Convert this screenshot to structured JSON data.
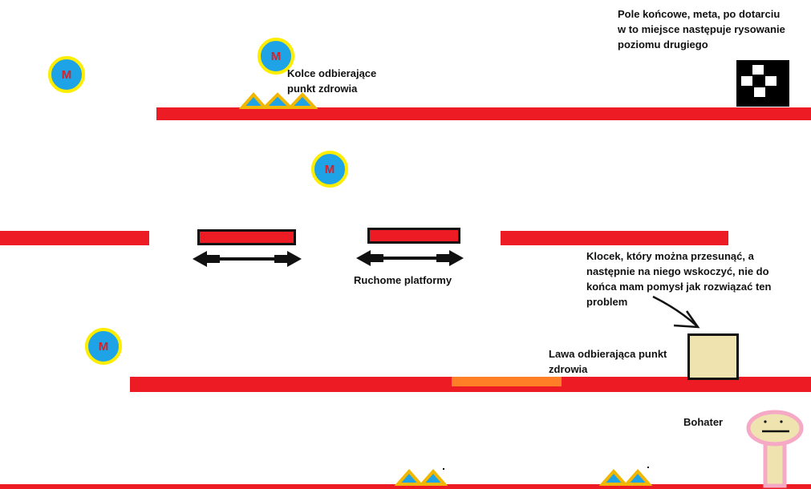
{
  "scene": {
    "colors": {
      "floor": "#ed1c24",
      "lava": "#ff7f27",
      "coin_fill": "#1ea3e6",
      "coin_border": "#ffed00",
      "spike_fill": "#1ea3e6",
      "spike_border": "#f2b700",
      "block_fill": "#efe4b0",
      "hero_skin": "#efe4b0",
      "hero_outline": "#f5a9c4"
    },
    "coins": [
      {
        "letter": "M"
      },
      {
        "letter": "M"
      },
      {
        "letter": "M"
      },
      {
        "letter": "M"
      }
    ]
  },
  "labels": {
    "spikes": "Kolce odbierające punkt zdrowia",
    "finish": "Pole końcowe, meta, po dotarciu w to miejsce następuje rysowanie poziomu drugiego",
    "moving_platforms": "Ruchome platformy",
    "block": "Klocek, który można przesunąć, a następnie na niego wskoczyć, nie do końca mam pomysł jak rozwiązać ten problem",
    "lava": "Lawa odbierająca punkt zdrowia",
    "hero": "Bohater"
  }
}
